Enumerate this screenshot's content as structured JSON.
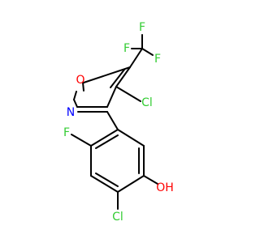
{
  "molecule": {
    "atoms": {
      "f_top": {
        "label": "F",
        "color": "#33cc33"
      },
      "f_left": {
        "label": "F",
        "color": "#33cc33"
      },
      "f_right": {
        "label": "F",
        "color": "#33cc33"
      },
      "o_ring": {
        "label": "O",
        "color": "#ff0000"
      },
      "n_ring": {
        "label": "N",
        "color": "#0000ff"
      },
      "cl_ring": {
        "label": "Cl",
        "color": "#33cc33"
      },
      "f_aryl": {
        "label": "F",
        "color": "#33cc33"
      },
      "oh": {
        "label": "OH",
        "color": "#ff0000"
      },
      "cl_aryl": {
        "label": "Cl",
        "color": "#33cc33"
      }
    }
  }
}
